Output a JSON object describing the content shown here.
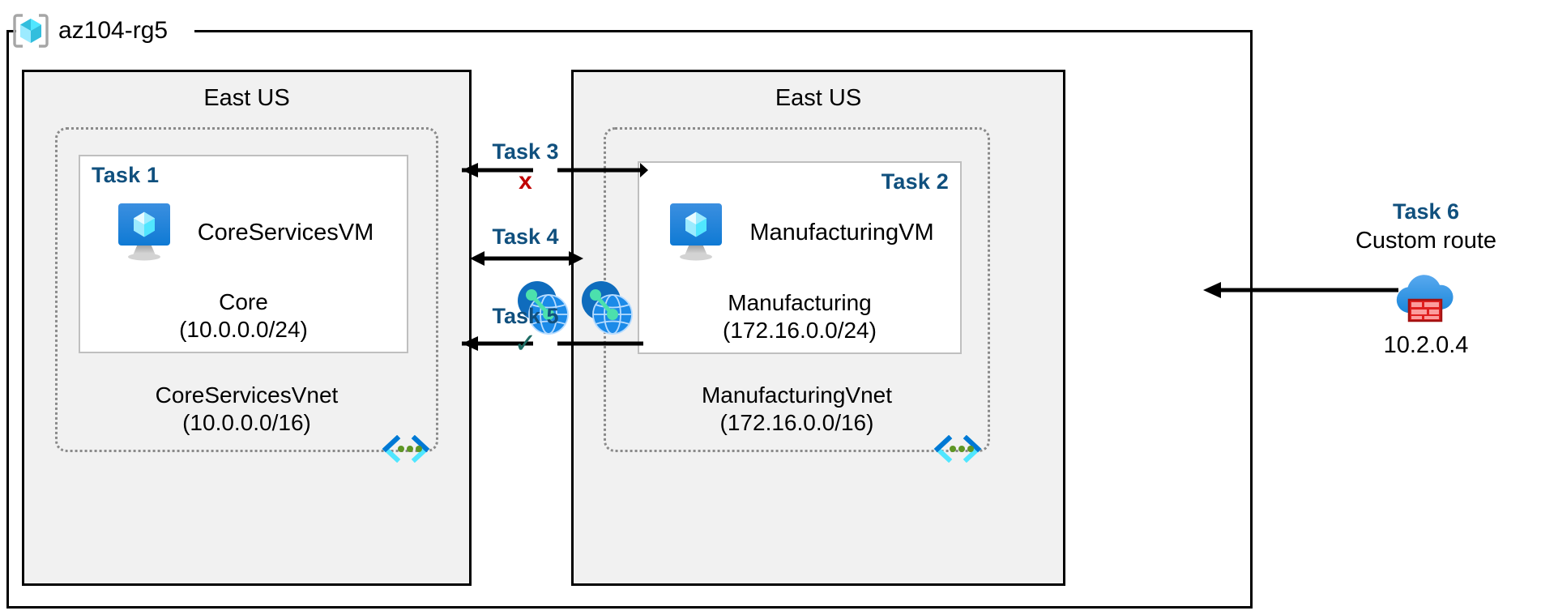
{
  "diagram": {
    "resource_group": {
      "name": "az104-rg5",
      "icon": "resource-group-cube-icon"
    },
    "regions": [
      {
        "id": "left",
        "title": "East US"
      },
      {
        "id": "right",
        "title": "East US"
      }
    ],
    "vnets": [
      {
        "id": "left",
        "name": "CoreServicesVnet",
        "cidr": "(10.0.0.0/16)",
        "icon": "vnet-brackets-icon"
      },
      {
        "id": "right",
        "name": "ManufacturingVnet",
        "cidr": "(172.16.0.0/16)",
        "icon": "vnet-brackets-icon"
      }
    ],
    "subnets": [
      {
        "id": "left",
        "task": "Task 1",
        "vm_name": "CoreServicesVM",
        "vm_icon": "virtual-machine-icon",
        "name": "Core",
        "cidr": "(10.0.0.0/24)"
      },
      {
        "id": "right",
        "task": "Task 2",
        "vm_name": "ManufacturingVM",
        "vm_icon": "virtual-machine-icon",
        "name": "Manufacturing",
        "cidr": "(172.16.0.0/24)"
      }
    ],
    "connections": [
      {
        "id": "task3",
        "label": "Task 3",
        "mark": "x",
        "mark_kind": "blocked",
        "arrow": "double-split"
      },
      {
        "id": "task4",
        "label": "Task 4",
        "mark": "",
        "mark_kind": "none",
        "arrow": "double"
      },
      {
        "id": "task5",
        "label": "Task 5",
        "mark": "✓",
        "mark_kind": "allowed",
        "arrow": "double-split"
      }
    ],
    "peering_icons": [
      {
        "id": "left",
        "name": "vnet-peering-icon"
      },
      {
        "id": "right",
        "name": "vnet-peering-icon"
      }
    ],
    "custom_route": {
      "task": "Task 6",
      "label": "Custom route",
      "ip": "10.2.0.4",
      "icon": "azure-firewall-icon"
    },
    "colors": {
      "task_blue": "#10507e",
      "blocked_red": "#c00000",
      "allowed_green": "#1d6b63",
      "region_fill": "#f1f1f1",
      "vnet_border": "#8a8a8a",
      "subnet_border": "#bfbfbf",
      "azure_blue": "#0078d4",
      "cube_cyan": "#50e6ff"
    }
  }
}
